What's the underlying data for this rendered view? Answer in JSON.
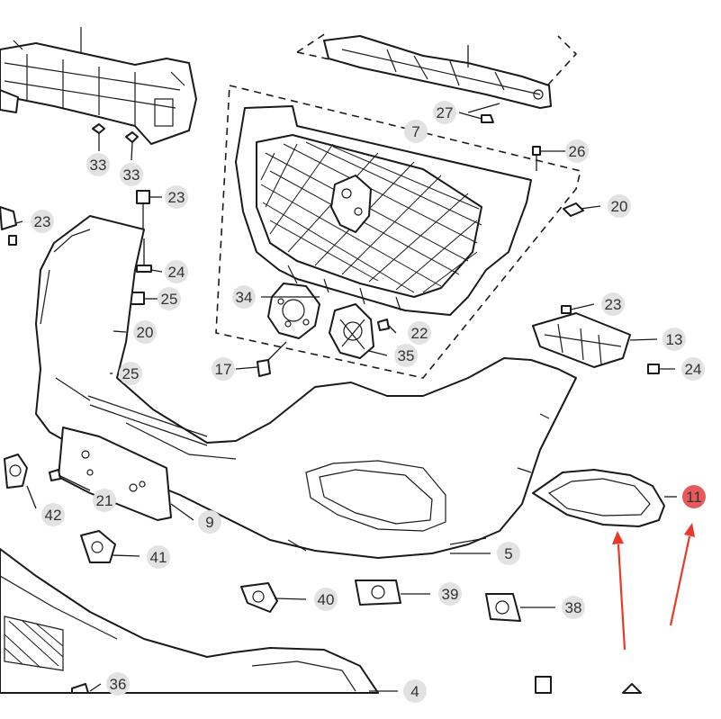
{
  "callouts": [
    {
      "id": "c33a",
      "label": "33"
    },
    {
      "id": "c33b",
      "label": "33"
    },
    {
      "id": "c27",
      "label": "27"
    },
    {
      "id": "c7",
      "label": "7"
    },
    {
      "id": "c26",
      "label": "26"
    },
    {
      "id": "c23a",
      "label": "23"
    },
    {
      "id": "c23b",
      "label": "23"
    },
    {
      "id": "c20a",
      "label": "20"
    },
    {
      "id": "c24a",
      "label": "24"
    },
    {
      "id": "c25a",
      "label": "25"
    },
    {
      "id": "c34",
      "label": "34"
    },
    {
      "id": "c23c",
      "label": "23"
    },
    {
      "id": "c20b",
      "label": "20"
    },
    {
      "id": "c22",
      "label": "22"
    },
    {
      "id": "c13",
      "label": "13"
    },
    {
      "id": "c35",
      "label": "35"
    },
    {
      "id": "c17",
      "label": "17"
    },
    {
      "id": "c25b",
      "label": "25"
    },
    {
      "id": "c24b",
      "label": "24"
    },
    {
      "id": "c11",
      "label": "11",
      "highlight": true
    },
    {
      "id": "c42",
      "label": "42"
    },
    {
      "id": "c21",
      "label": "21"
    },
    {
      "id": "c9",
      "label": "9"
    },
    {
      "id": "c5",
      "label": "5"
    },
    {
      "id": "c41",
      "label": "41"
    },
    {
      "id": "c40",
      "label": "40"
    },
    {
      "id": "c39",
      "label": "39"
    },
    {
      "id": "c38",
      "label": "38"
    },
    {
      "id": "c36",
      "label": "36"
    },
    {
      "id": "c4",
      "label": "4"
    }
  ],
  "colors": {
    "callout_bg": "#e2e2e2",
    "highlight": "#e85a5a",
    "arrow": "#e8392a",
    "line": "#1a1a1a"
  }
}
